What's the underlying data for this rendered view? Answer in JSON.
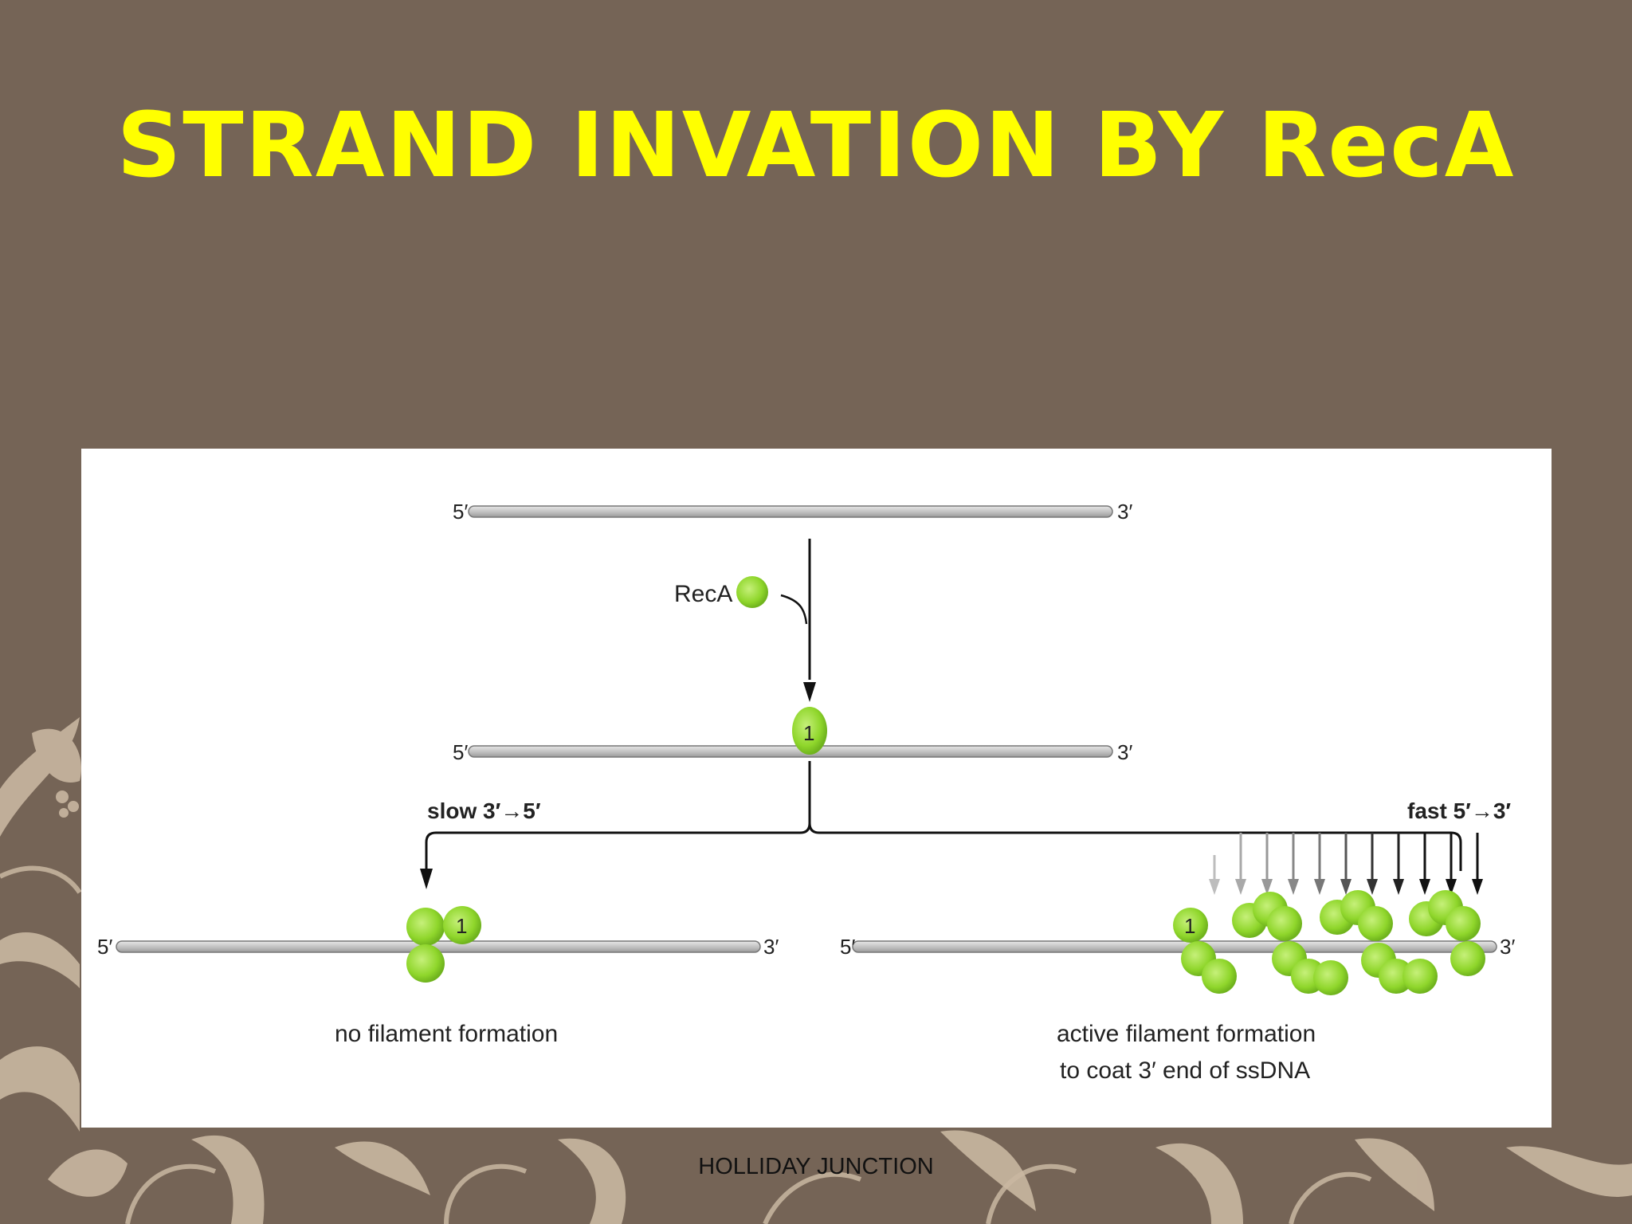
{
  "slide": {
    "title": "STRAND INVATION BY RecA",
    "footer": "HOLLIDAY JUNCTION"
  },
  "colors": {
    "background": "#756456",
    "title": "#ffff00",
    "recA_protein": "#8fd62b",
    "dna_strand": "#c8c8c8"
  },
  "diagram": {
    "top_strand": {
      "left_end": "5′",
      "right_end": "3′"
    },
    "recA_label": "RecA",
    "bound_strand": {
      "left_end": "5′",
      "right_end": "3′",
      "monomer_label": "1"
    },
    "slow_label": "slow 3′→5′",
    "fast_label": "fast 5′→3′",
    "left_product": {
      "left_end": "5′",
      "right_end": "3′",
      "monomer_label": "1",
      "caption": "no filament formation"
    },
    "right_product": {
      "left_end": "5′",
      "right_end": "3′",
      "monomer_label": "1",
      "caption_line1": "active filament formation",
      "caption_line2": "to coat 3′ end of ssDNA"
    }
  }
}
